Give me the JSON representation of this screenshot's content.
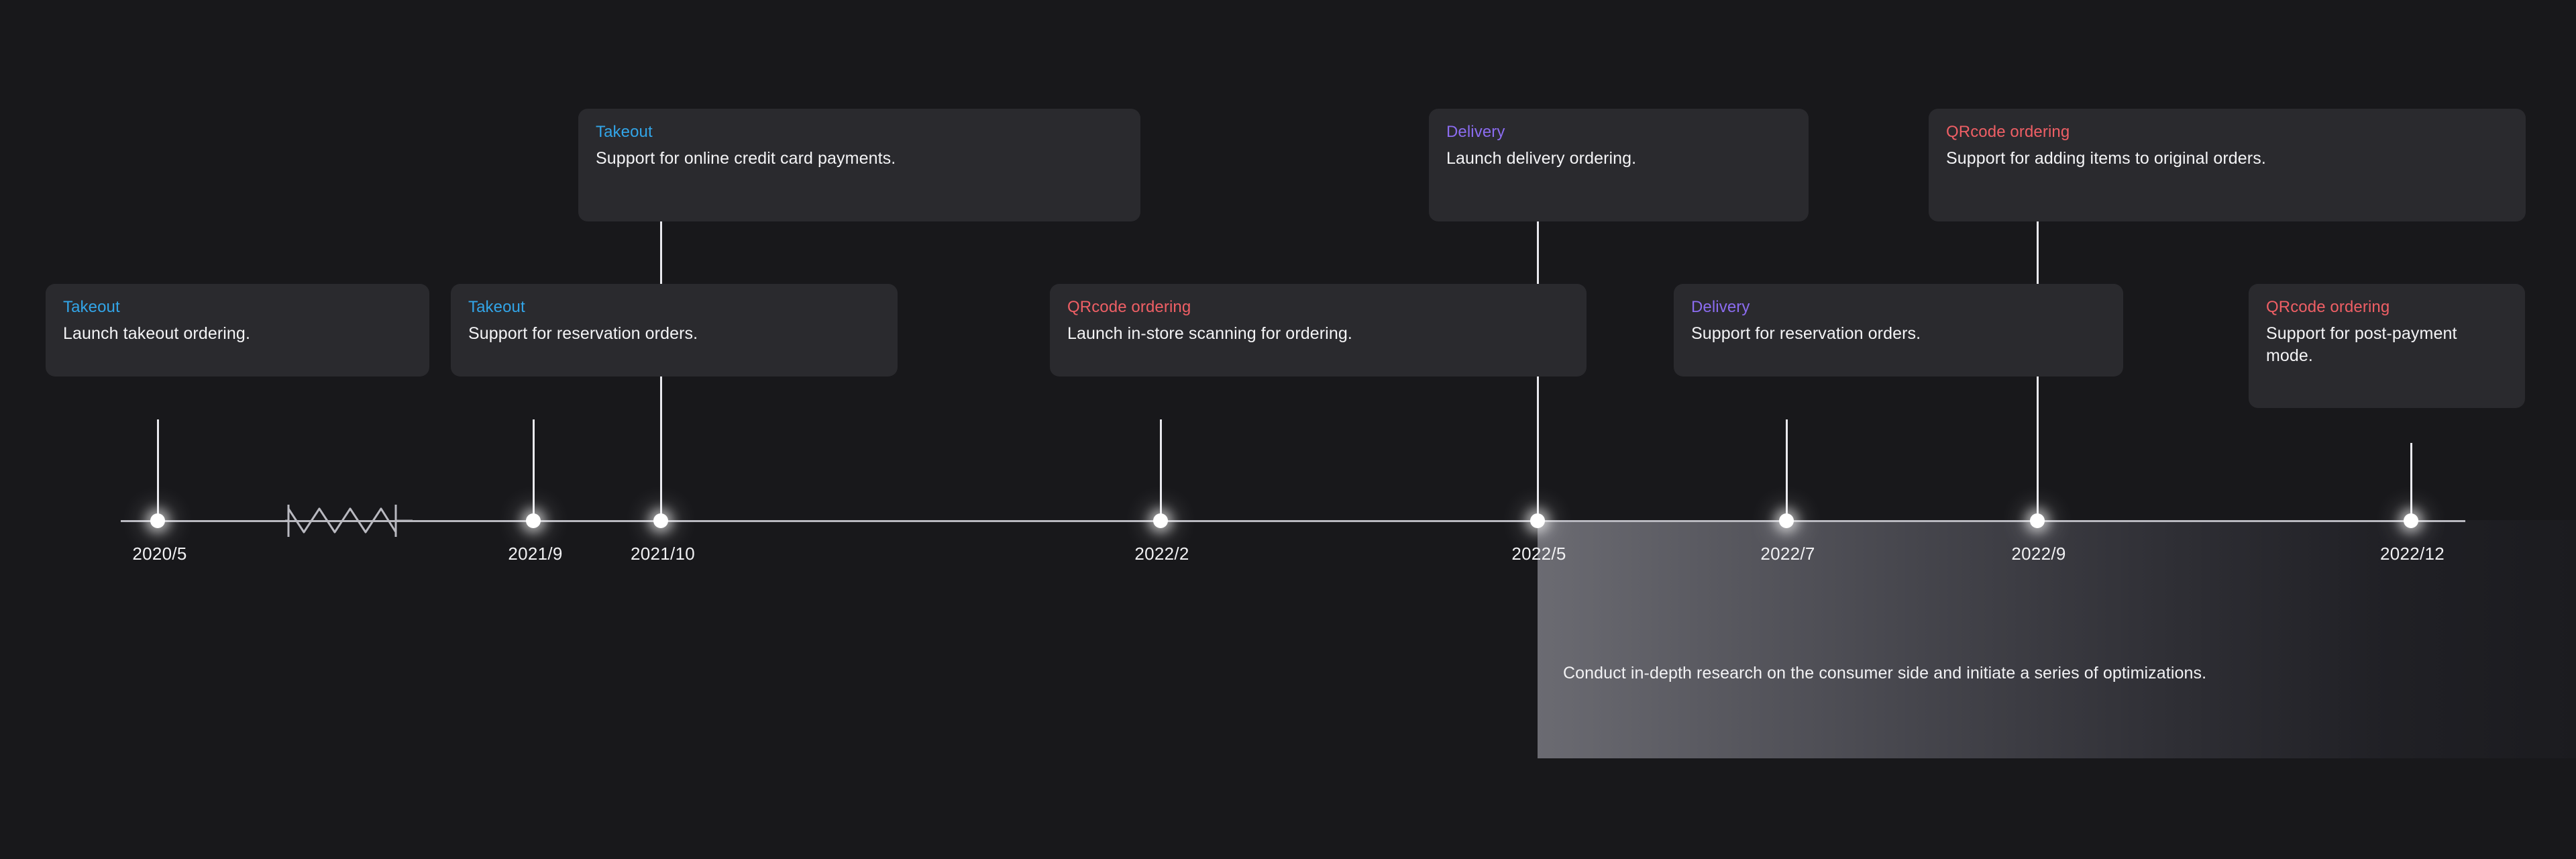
{
  "theme": {
    "background": "#18181b",
    "card_background": "#2a2a2e",
    "axis_color": "#b9b9c0",
    "dot_color": "#ffffff",
    "text_color": "#f4f4f6"
  },
  "categories": {
    "takeout": {
      "label": "Takeout",
      "color": "#32a5e8"
    },
    "delivery": {
      "label": "Delivery",
      "color": "#8b6cf0"
    },
    "qrcode": {
      "label": "QRcode ordering",
      "color": "#ef5f65"
    }
  },
  "axis": {
    "break_marker": "zigzag",
    "ticks": [
      {
        "label": "2020/5"
      },
      {
        "label": "2021/9"
      },
      {
        "label": "2021/10"
      },
      {
        "label": "2022/2"
      },
      {
        "label": "2022/5"
      },
      {
        "label": "2022/7"
      },
      {
        "label": "2022/9"
      },
      {
        "label": "2022/12"
      }
    ]
  },
  "milestones": [
    {
      "date": "2020/5",
      "side": "below",
      "category": "Takeout",
      "category_color": "#32a5e8",
      "description": "Launch takeout ordering."
    },
    {
      "date": "2021/9",
      "side": "below",
      "category": "Takeout",
      "category_color": "#32a5e8",
      "description": "Support for reservation orders."
    },
    {
      "date": "2021/10",
      "side": "above",
      "category": "Takeout",
      "category_color": "#32a5e8",
      "description": "Support for online credit card payments."
    },
    {
      "date": "2022/2",
      "side": "below",
      "category": "QRcode ordering",
      "category_color": "#ef5f65",
      "description": "Launch in-store scanning for ordering."
    },
    {
      "date": "2022/5",
      "side": "above",
      "category": "Delivery",
      "category_color": "#8b6cf0",
      "description": "Launch delivery ordering."
    },
    {
      "date": "2022/7",
      "side": "below",
      "category": "Delivery",
      "category_color": "#8b6cf0",
      "description": "Support for reservation orders."
    },
    {
      "date": "2022/9",
      "side": "above",
      "category": "QRcode ordering",
      "category_color": "#ef5f65",
      "description": "Support for adding items to original orders."
    },
    {
      "date": "2022/12",
      "side": "below",
      "category": "QRcode ordering",
      "category_color": "#ef5f65",
      "description": "Support for post-payment mode."
    }
  ],
  "research_band": {
    "start_date": "2022/5",
    "note": "Conduct in-depth research on the consumer side and initiate a series of optimizations."
  }
}
